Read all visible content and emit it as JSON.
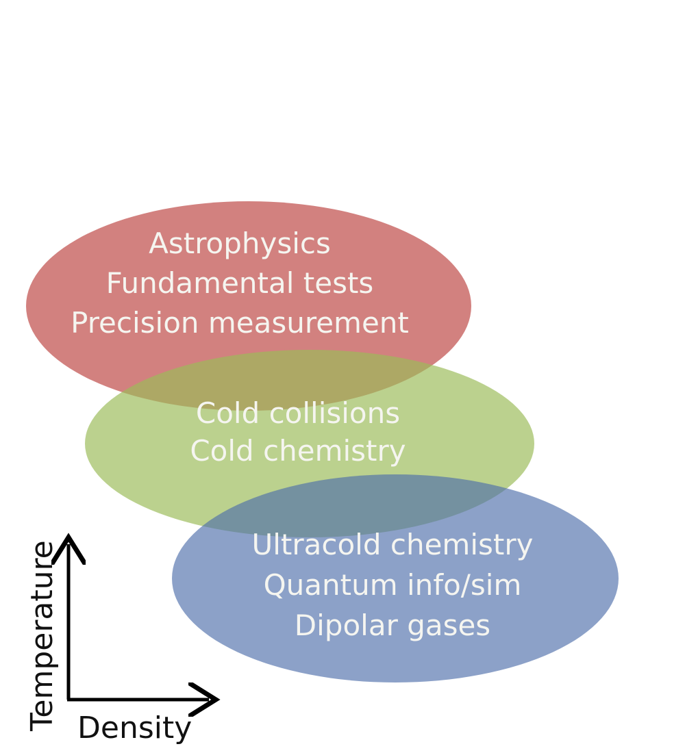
{
  "regions": [
    {
      "id": "red",
      "color": "#c0504d",
      "lines": [
        "Astrophysics",
        "Fundamental tests",
        "Precision measurement"
      ]
    },
    {
      "id": "green",
      "color": "#9bbb59",
      "lines": [
        "Cold collisions",
        "Cold chemistry"
      ]
    },
    {
      "id": "blue",
      "color": "#4f6fab",
      "lines": [
        "Ultracold chemistry",
        "Quantum info/sim",
        "Dipolar gases"
      ]
    }
  ],
  "axes": {
    "y_label": "Temperature",
    "x_label": "Density"
  }
}
